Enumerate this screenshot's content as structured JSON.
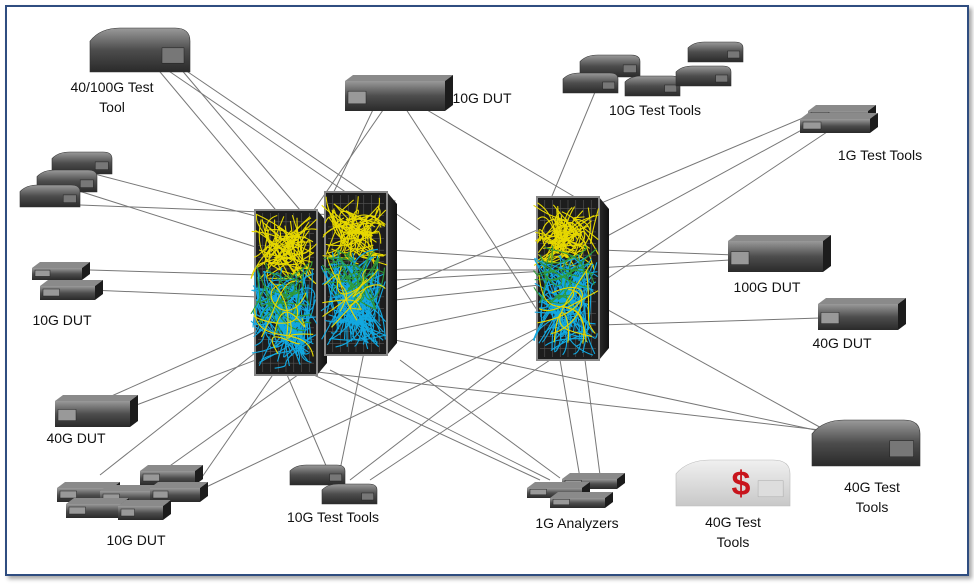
{
  "title": "Network test lab topology",
  "labels": {
    "tool_40_100g": [
      "40/100G Test",
      "Tool"
    ],
    "dut_10g_top": "10G DUT",
    "test_tools_10g_top": "10G Test Tools",
    "test_tools_1g": "1G Test Tools",
    "dut_10g_left": "10G DUT",
    "dut_100g": "100G DUT",
    "dut_40g_right": "40G DUT",
    "dut_40g_left": "40G DUT",
    "dut_10g_bottom": "10G DUT",
    "test_tools_10g_bottom": "10G Test Tools",
    "analyzers_1g": "1G Analyzers",
    "test_tools_40g_cost": [
      "40G Test",
      "Tools"
    ],
    "test_tools_40g_right": [
      "40G Test",
      "Tools"
    ]
  },
  "cost_symbol": "$",
  "colors": {
    "frame": "#2f4d80",
    "cable_yellow": "#e6d800",
    "cable_blue": "#12a8e0",
    "cable_green": "#2f9a3a",
    "cost_symbol": "#c8141c",
    "link": "#777777"
  }
}
